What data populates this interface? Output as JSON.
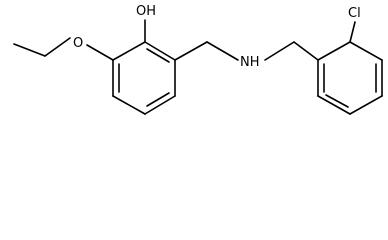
{
  "molecule": {
    "atom_labels": {
      "hydroxyl": "OH",
      "ether_oxygen": "O",
      "amine": "NH",
      "chlorine": "Cl"
    },
    "colors": {
      "bond": "#000000",
      "label": "#000000",
      "background": "#ffffff"
    }
  }
}
